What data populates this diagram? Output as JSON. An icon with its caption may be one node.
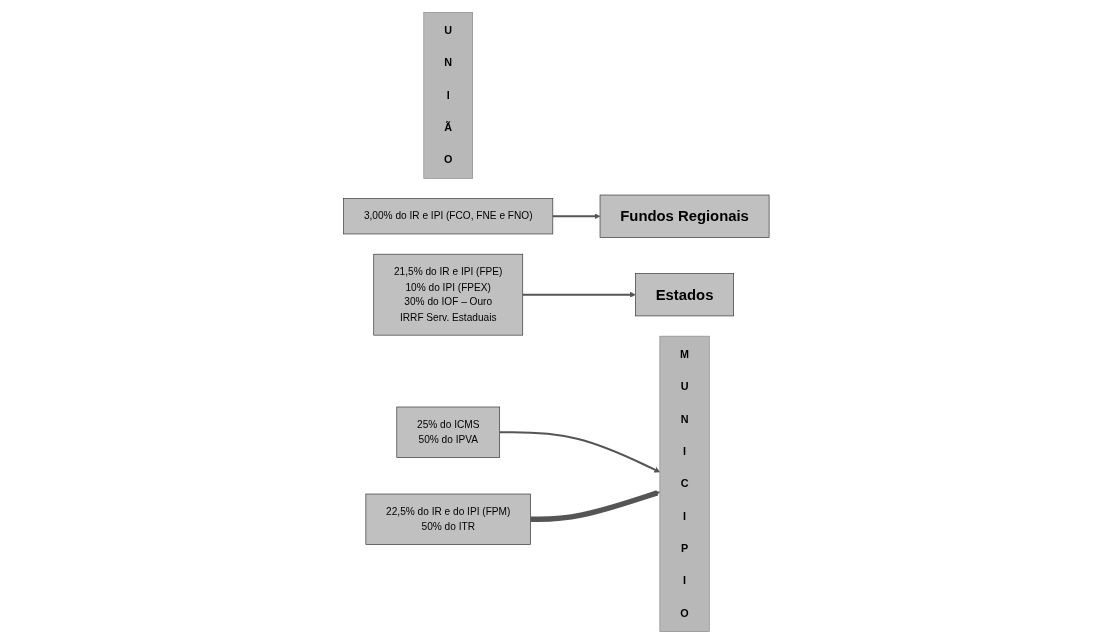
{
  "diagram": {
    "nodes": [
      {
        "text": [
          "U N I Ã O"
        ]
      },
      {
        "text": [
          "3,00% do IR e IPI (FCO, FNE e FNO)"
        ]
      },
      {
        "text": [
          "Fundos Regionais"
        ]
      },
      {
        "text": [
          "21,5% do IR e IPI (FPE)",
          "10% do IPI (FPEX)",
          "30% do IOF – Ouro",
          "IRRF Serv. Estaduais"
        ]
      },
      {
        "text": [
          "Estados"
        ]
      },
      {
        "text": [
          "25% do ICMS",
          "50% do IPVA"
        ]
      },
      {
        "text": [
          "M U N I C I P I O"
        ]
      },
      {
        "text": [
          "22,5% do IR e do IPI (FPM)",
          "50% do ITR"
        ]
      }
    ],
    "edges": [
      {
        "from": 1,
        "to": 2,
        "arrow": "to"
      },
      {
        "from": 3,
        "to": 4,
        "arrow": "to"
      },
      {
        "from": 5,
        "to": 6,
        "arrow": "to"
      },
      {
        "from": 7,
        "to": 6,
        "arrow": "to",
        "style": "thick"
      }
    ]
  }
}
